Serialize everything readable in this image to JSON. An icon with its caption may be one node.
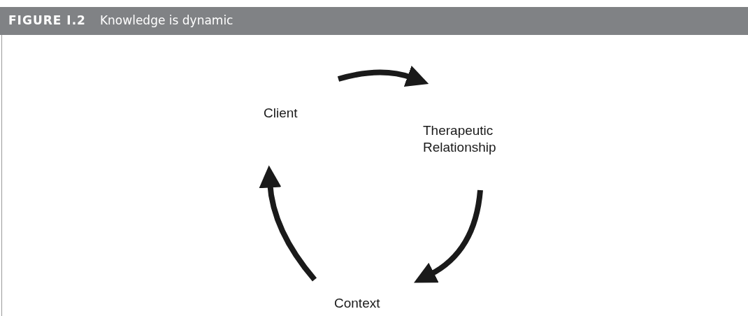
{
  "diagram": {
    "title": "Knowledge is dynamic",
    "nodes": [
      {
        "text": [
          "Client"
        ]
      },
      {
        "text": [
          "Therapeutic Relationship"
        ]
      },
      {
        "text": [
          "Context"
        ]
      }
    ],
    "edges": [
      {
        "from": 0,
        "to": 1,
        "arrow": "to"
      },
      {
        "from": 1,
        "to": 2,
        "arrow": "to"
      },
      {
        "from": 2,
        "to": 0,
        "arrow": "to"
      }
    ],
    "labels": [
      "FIGURE I.2"
    ]
  }
}
